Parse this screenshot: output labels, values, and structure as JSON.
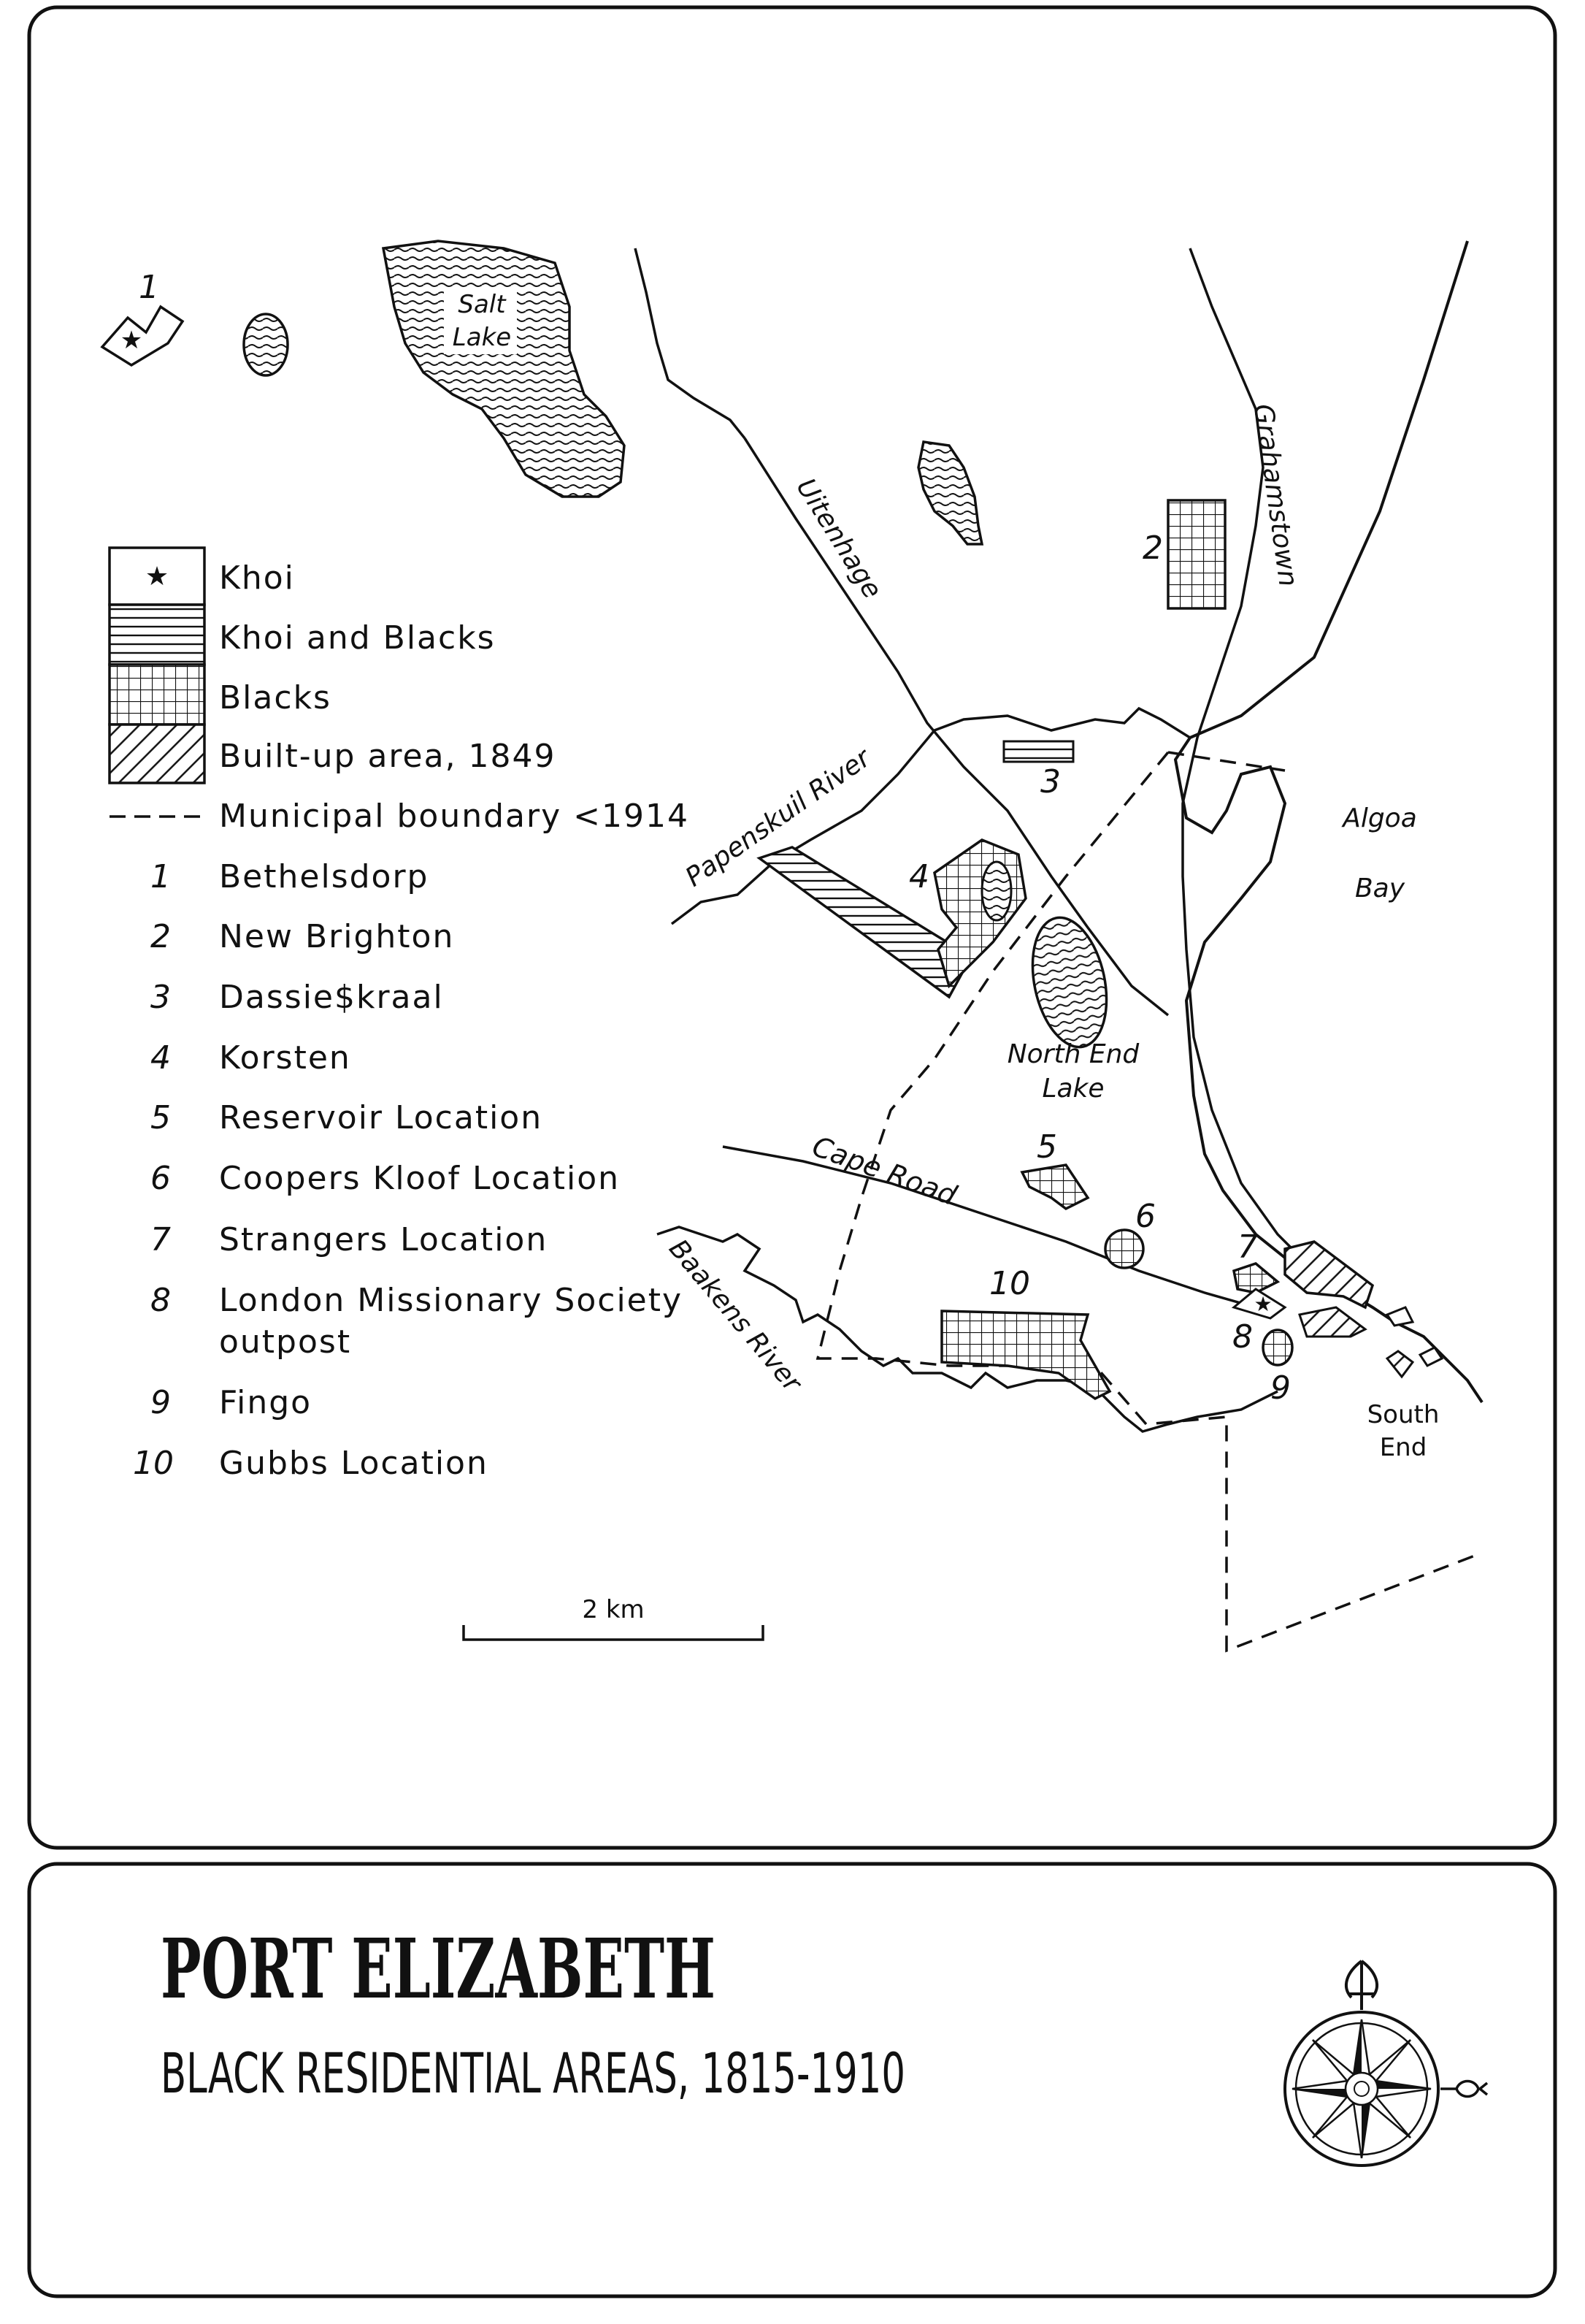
{
  "map": {
    "water_labels": {
      "salt_lake": [
        "Salt",
        "Lake"
      ],
      "north_end_lake": [
        "North End",
        "Lake"
      ],
      "algoa_bay": [
        "Algoa",
        "Bay"
      ],
      "papenskuil_river": "Papenskuil River",
      "baakens_river": "Baakens River"
    },
    "road_labels": {
      "uitenhage": "Uitenhage",
      "grahamstown": "Grahamstown",
      "cape_road": "Cape Road"
    },
    "place_labels": {
      "south_end": [
        "South",
        "End"
      ]
    },
    "area_numbers": [
      "1",
      "2",
      "3",
      "4",
      "5",
      "6",
      "7",
      "8",
      "9",
      "10"
    ],
    "scale_label": "2 km"
  },
  "legend": {
    "patterns": [
      {
        "key": "khoi",
        "label": "Khoi",
        "symbol": "★"
      },
      {
        "key": "khoi-blacks",
        "label": "Khoi and Blacks"
      },
      {
        "key": "blacks",
        "label": "Blacks"
      },
      {
        "key": "builtup",
        "label": "Built-up area, 1849"
      }
    ],
    "boundary_label": "Municipal boundary <1914",
    "places": [
      {
        "num": "1",
        "name": "Bethelsdorp"
      },
      {
        "num": "2",
        "name": "New Brighton"
      },
      {
        "num": "3",
        "name": "Dassie$kraal"
      },
      {
        "num": "4",
        "name": "Korsten"
      },
      {
        "num": "5",
        "name": "Reservoir Location"
      },
      {
        "num": "6",
        "name": "Coopers Kloof Location"
      },
      {
        "num": "7",
        "name": "Strangers Location"
      },
      {
        "num": "8",
        "name": "London Missionary Society",
        "name2": "outpost"
      },
      {
        "num": "9",
        "name": "Fingo"
      },
      {
        "num": "10",
        "name": "Gubbs Location"
      }
    ]
  },
  "title": {
    "main": "PORT ELIZABETH",
    "sub": "BLACK RESIDENTIAL AREAS, 1815-1910"
  },
  "colors": {
    "ink": "#111111",
    "paper": "#ffffff"
  },
  "icons": [
    "star-icon",
    "compass-rose-icon"
  ]
}
